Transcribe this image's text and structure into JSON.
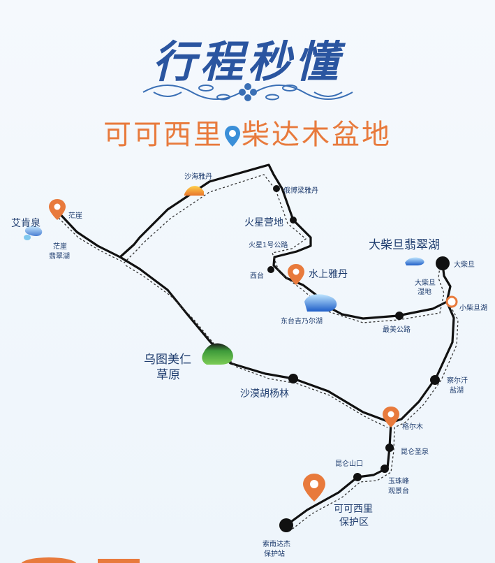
{
  "header": {
    "title": "行程秒懂",
    "subtitle_from": "可可西里",
    "subtitle_to": "柴达木盆地"
  },
  "places": {
    "aikenquan": "艾肯泉",
    "mangya": "茫崖",
    "mangya_lake_1": "茫崖",
    "mangya_lake_2": "翡翠湖",
    "shahai_yadan": "沙海雅丹",
    "ebo_liang": "俄博梁雅丹",
    "mars_camp": "火星营地",
    "mars_road": "火星1号公路",
    "xitai": "西台",
    "water_yadan": "水上雅丹",
    "dongtai_lake": "东台吉乃尔湖",
    "best_road": "最美公路",
    "dachaidan_lake": "大柴旦翡翠湖",
    "dachaidan": "大柴旦",
    "dachaidan_wetland_1": "大柴旦",
    "dachaidan_wetland_2": "湿地",
    "xiaochaidan": "小柴旦湖",
    "wutumeiren_1": "乌图美仁",
    "wutumeiren_2": "草原",
    "desert_poplar": "沙漠胡杨林",
    "chaerhan_1": "察尔汗",
    "chaerhan_2": "盐湖",
    "golmud": "格尔木",
    "kunlun_spring": "昆仑圣泉",
    "kunlun_pass": "昆仑山口",
    "yuzhu_1": "玉珠峰",
    "yuzhu_2": "观景台",
    "hoh_xil_1": "可可西里",
    "hoh_xil_2": "保护区",
    "suonan_1": "索南达杰",
    "suonan_2": "保护站"
  },
  "colors": {
    "title": "#2a55a0",
    "subtitle": "#e87a3c",
    "route": "#111111",
    "pin": "#e87a3c",
    "label": "#1e3c6e"
  },
  "icons": {
    "location_pin": "map-pin-icon",
    "ornament": "floral-divider-icon"
  }
}
